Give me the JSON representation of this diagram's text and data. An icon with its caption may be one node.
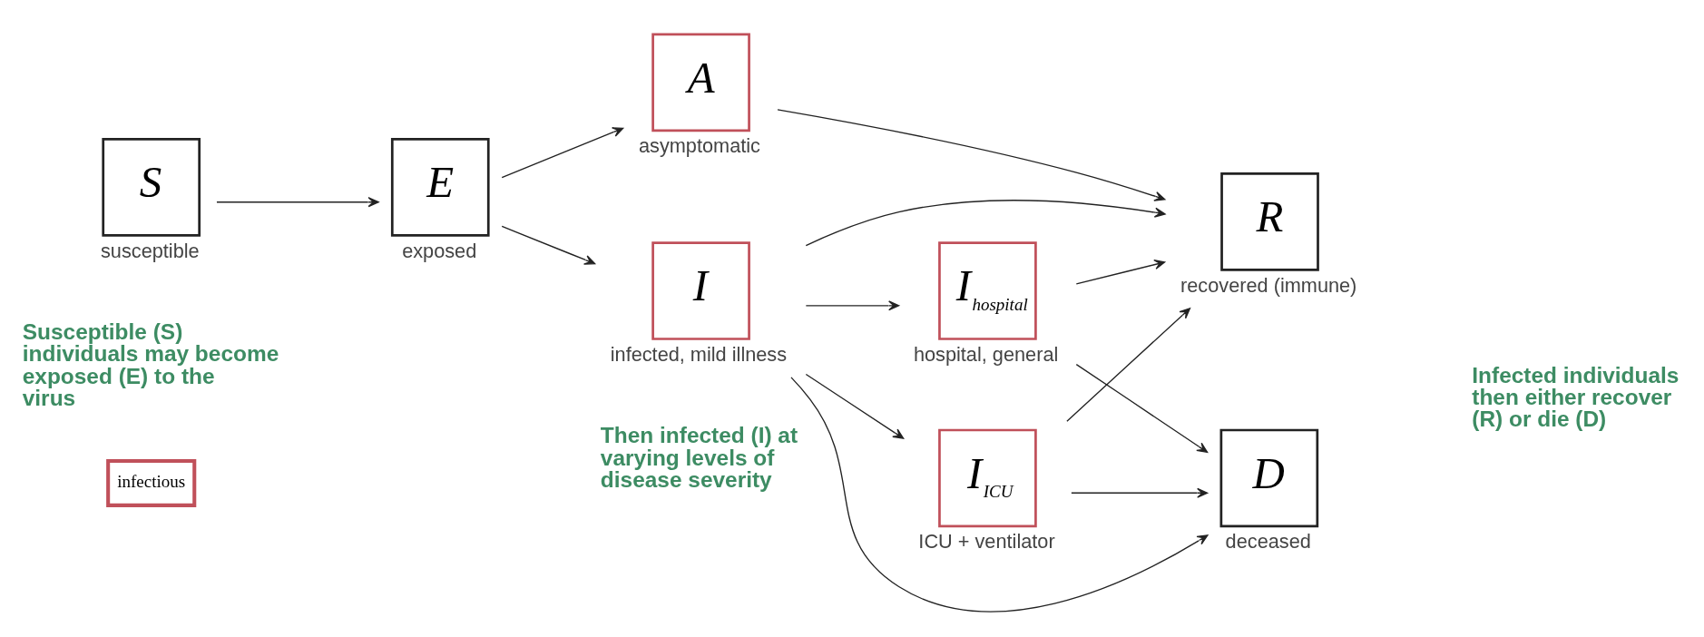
{
  "diagram": {
    "nodes": [
      {
        "text": [
          "S"
        ],
        "beside": [
          "susceptible"
        ]
      },
      {
        "text": [
          "E"
        ],
        "beside": [
          "exposed"
        ]
      },
      {
        "text": [
          "A"
        ],
        "beside": [
          "asymptomatic"
        ]
      },
      {
        "text": [
          "I"
        ],
        "beside": [
          "infected, mild illness"
        ]
      },
      {
        "text": [
          "I$_{hospital}$"
        ],
        "beside": [
          "hospital, general"
        ]
      },
      {
        "text": [
          "I$_{ICU}$"
        ],
        "beside": [
          "ICU + ventilator"
        ]
      },
      {
        "text": [
          "R"
        ],
        "beside": [
          "recovered (immune)"
        ]
      },
      {
        "text": [
          "D"
        ],
        "beside": [
          "deceased"
        ]
      }
    ],
    "edges": [
      {
        "from": 0,
        "to": 1,
        "arrow": "to"
      },
      {
        "from": 1,
        "to": 2,
        "arrow": "to"
      },
      {
        "from": 1,
        "to": 3,
        "arrow": "to"
      },
      {
        "from": 2,
        "to": 6,
        "arrow": "to"
      },
      {
        "from": 3,
        "to": 6,
        "arrow": "to"
      },
      {
        "from": 3,
        "to": 4,
        "arrow": "to"
      },
      {
        "from": 3,
        "to": 5,
        "arrow": "to"
      },
      {
        "from": 3,
        "to": 7,
        "arrow": "to"
      },
      {
        "from": 4,
        "to": 6,
        "arrow": "to"
      },
      {
        "from": 4,
        "to": 7,
        "arrow": "to"
      },
      {
        "from": 5,
        "to": 6,
        "arrow": "to"
      },
      {
        "from": 5,
        "to": 7,
        "arrow": "to"
      }
    ],
    "labels": [
      "Susceptible (S) individuals may become exposed (E) to the virus",
      "Then infected (I) at varying levels of disease severity",
      "Infected individuals then either recover (R) or die (D)"
    ],
    "legend": [
      {
        "text": "infectious",
        "color": "#c0505a"
      }
    ]
  }
}
